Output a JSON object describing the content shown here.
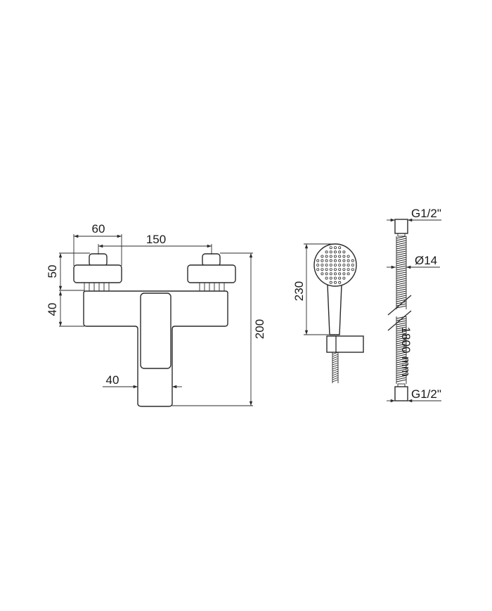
{
  "drawing": {
    "mixer": {
      "dim_knob_width": "60",
      "dim_centers": "150",
      "dim_knob_height": "50",
      "dim_body_height": "40",
      "dim_total_height": "200",
      "dim_spout_width": "40"
    },
    "hand_shower": {
      "dim_length": "230"
    },
    "hose": {
      "dim_top_thread": "G1/2\"",
      "dim_diameter": "Ø14",
      "dim_length": "1800 mm",
      "dim_bottom_thread": "G1/2\""
    }
  }
}
